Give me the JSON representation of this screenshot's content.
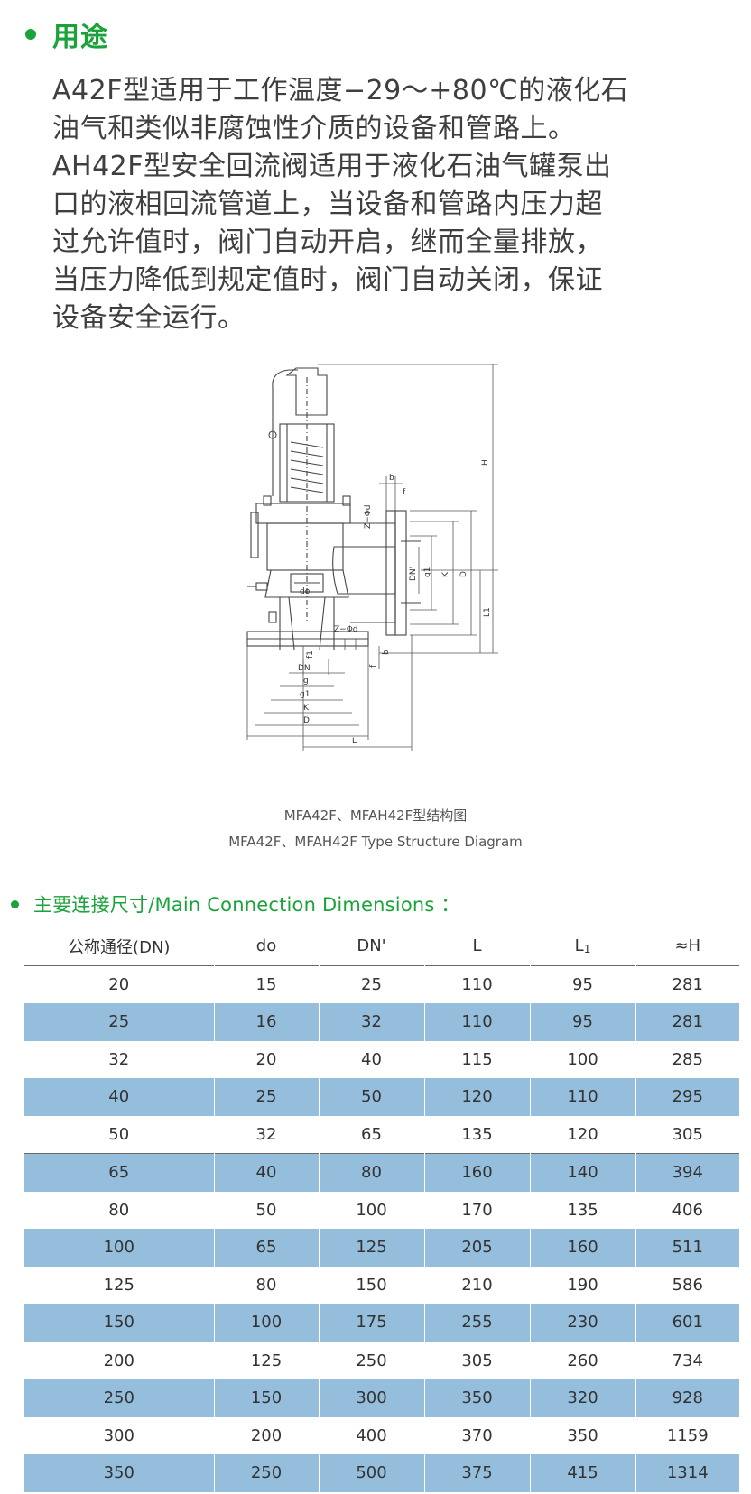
{
  "section1": {
    "title": "用途",
    "lines": [
      "A42F型适用于工作温度−29～+80℃的液化石",
      "油气和类似非腐蚀性介质的设备和管路上。",
      "AH42F型安全回流阀适用于液化石油气罐泵出",
      "口的液相回流管道上，当设备和管路内压力超",
      "过允许值时，阀门自动开启，继而全量排放，",
      "当压力降低到规定值时，阀门自动关闭，保证",
      "设备安全运行。"
    ]
  },
  "diagram": {
    "labels": {
      "H": "H",
      "L1": "L1",
      "L": "L",
      "D": "D",
      "K": "K",
      "g1": "g1",
      "g": "g",
      "DN": "DN",
      "DNp": "DN'",
      "do": "do",
      "b": "b",
      "f": "f",
      "f1": "f1",
      "zd_top": "Z−Φd",
      "zd_bottom": "Z−Φd"
    },
    "caption_cn": "MFA42F、MFAH42F型结构图",
    "caption_en": "MFA42F、MFAH42F Type Structure Diagram"
  },
  "section2": {
    "title": "主要连接尺寸/Main Connection Dimensions ："
  },
  "table": {
    "headers": {
      "dn": "公称通径(DN)",
      "do": "do",
      "dnp": "DN'",
      "l": "L",
      "l1_base": "L",
      "l1_sub": "1",
      "h": "≈H"
    },
    "rows": [
      [
        "20",
        "15",
        "25",
        "110",
        "95",
        "281"
      ],
      [
        "25",
        "16",
        "32",
        "110",
        "95",
        "281"
      ],
      [
        "32",
        "20",
        "40",
        "115",
        "100",
        "285"
      ],
      [
        "40",
        "25",
        "50",
        "120",
        "110",
        "295"
      ],
      [
        "50",
        "32",
        "65",
        "135",
        "120",
        "305"
      ],
      [
        "65",
        "40",
        "80",
        "160",
        "140",
        "394"
      ],
      [
        "80",
        "50",
        "100",
        "170",
        "135",
        "406"
      ],
      [
        "100",
        "65",
        "125",
        "205",
        "160",
        "511"
      ],
      [
        "125",
        "80",
        "150",
        "210",
        "190",
        "586"
      ],
      [
        "150",
        "100",
        "175",
        "255",
        "230",
        "601"
      ],
      [
        "200",
        "125",
        "250",
        "305",
        "260",
        "734"
      ],
      [
        "250",
        "150",
        "300",
        "350",
        "320",
        "928"
      ],
      [
        "300",
        "200",
        "400",
        "370",
        "350",
        "1159"
      ],
      [
        "350",
        "250",
        "500",
        "375",
        "415",
        "1314"
      ]
    ]
  },
  "colors": {
    "accent": "#1aa33a",
    "row_alt": "#95bedc",
    "text": "#3a3a3a"
  }
}
